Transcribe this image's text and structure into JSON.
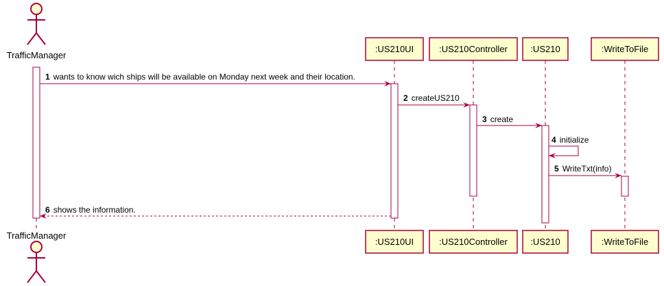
{
  "participants": [
    {
      "id": "tm",
      "kind": "actor",
      "label": "TrafficManager"
    },
    {
      "id": "ui",
      "kind": "box",
      "label": ":US210UI"
    },
    {
      "id": "ctrl",
      "kind": "box",
      "label": ":US210Controller"
    },
    {
      "id": "us",
      "kind": "box",
      "label": ":US210"
    },
    {
      "id": "wf",
      "kind": "box",
      "label": ":WriteToFile"
    }
  ],
  "messages": [
    {
      "num": "1",
      "text": "wants to know wich ships will be available on Monday next week and their location.",
      "from": "tm",
      "to": "ui",
      "style": "solid"
    },
    {
      "num": "2",
      "text": "createUS210",
      "from": "ui",
      "to": "ctrl",
      "style": "solid"
    },
    {
      "num": "3",
      "text": "create",
      "from": "ctrl",
      "to": "us",
      "style": "solid"
    },
    {
      "num": "4",
      "text": "initialize",
      "from": "us",
      "to": "us",
      "style": "self"
    },
    {
      "num": "5",
      "text": "WriteTxt(info)",
      "from": "us",
      "to": "wf",
      "style": "solid"
    },
    {
      "num": "6",
      "text": "shows the information.",
      "from": "ui",
      "to": "tm",
      "style": "dashed"
    }
  ],
  "colors": {
    "line": "#A80036",
    "box_fill": "#FEFECE",
    "activation_fill": "#FFFFFF"
  }
}
